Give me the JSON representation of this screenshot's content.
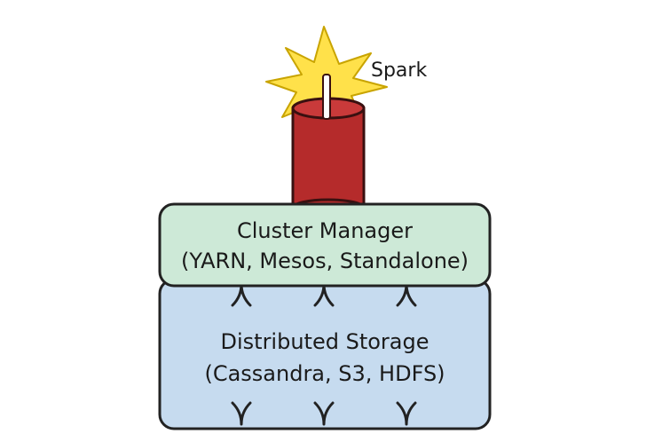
{
  "spark": {
    "label": "Spark"
  },
  "cluster_manager": {
    "title": "Cluster Manager",
    "subtitle": "(YARN, Mesos, Standalone)"
  },
  "storage": {
    "title": "Distributed Storage",
    "subtitle": "(Cassandra, S3, HDFS)"
  },
  "colors": {
    "star_fill": "#ffe14a",
    "star_stroke": "#c9a400",
    "candle_fill": "#b52b2b",
    "candle_stroke": "#3a1010",
    "cluster_fill": "#cde9d7",
    "storage_fill": "#c6dbef",
    "outline": "#222222"
  }
}
